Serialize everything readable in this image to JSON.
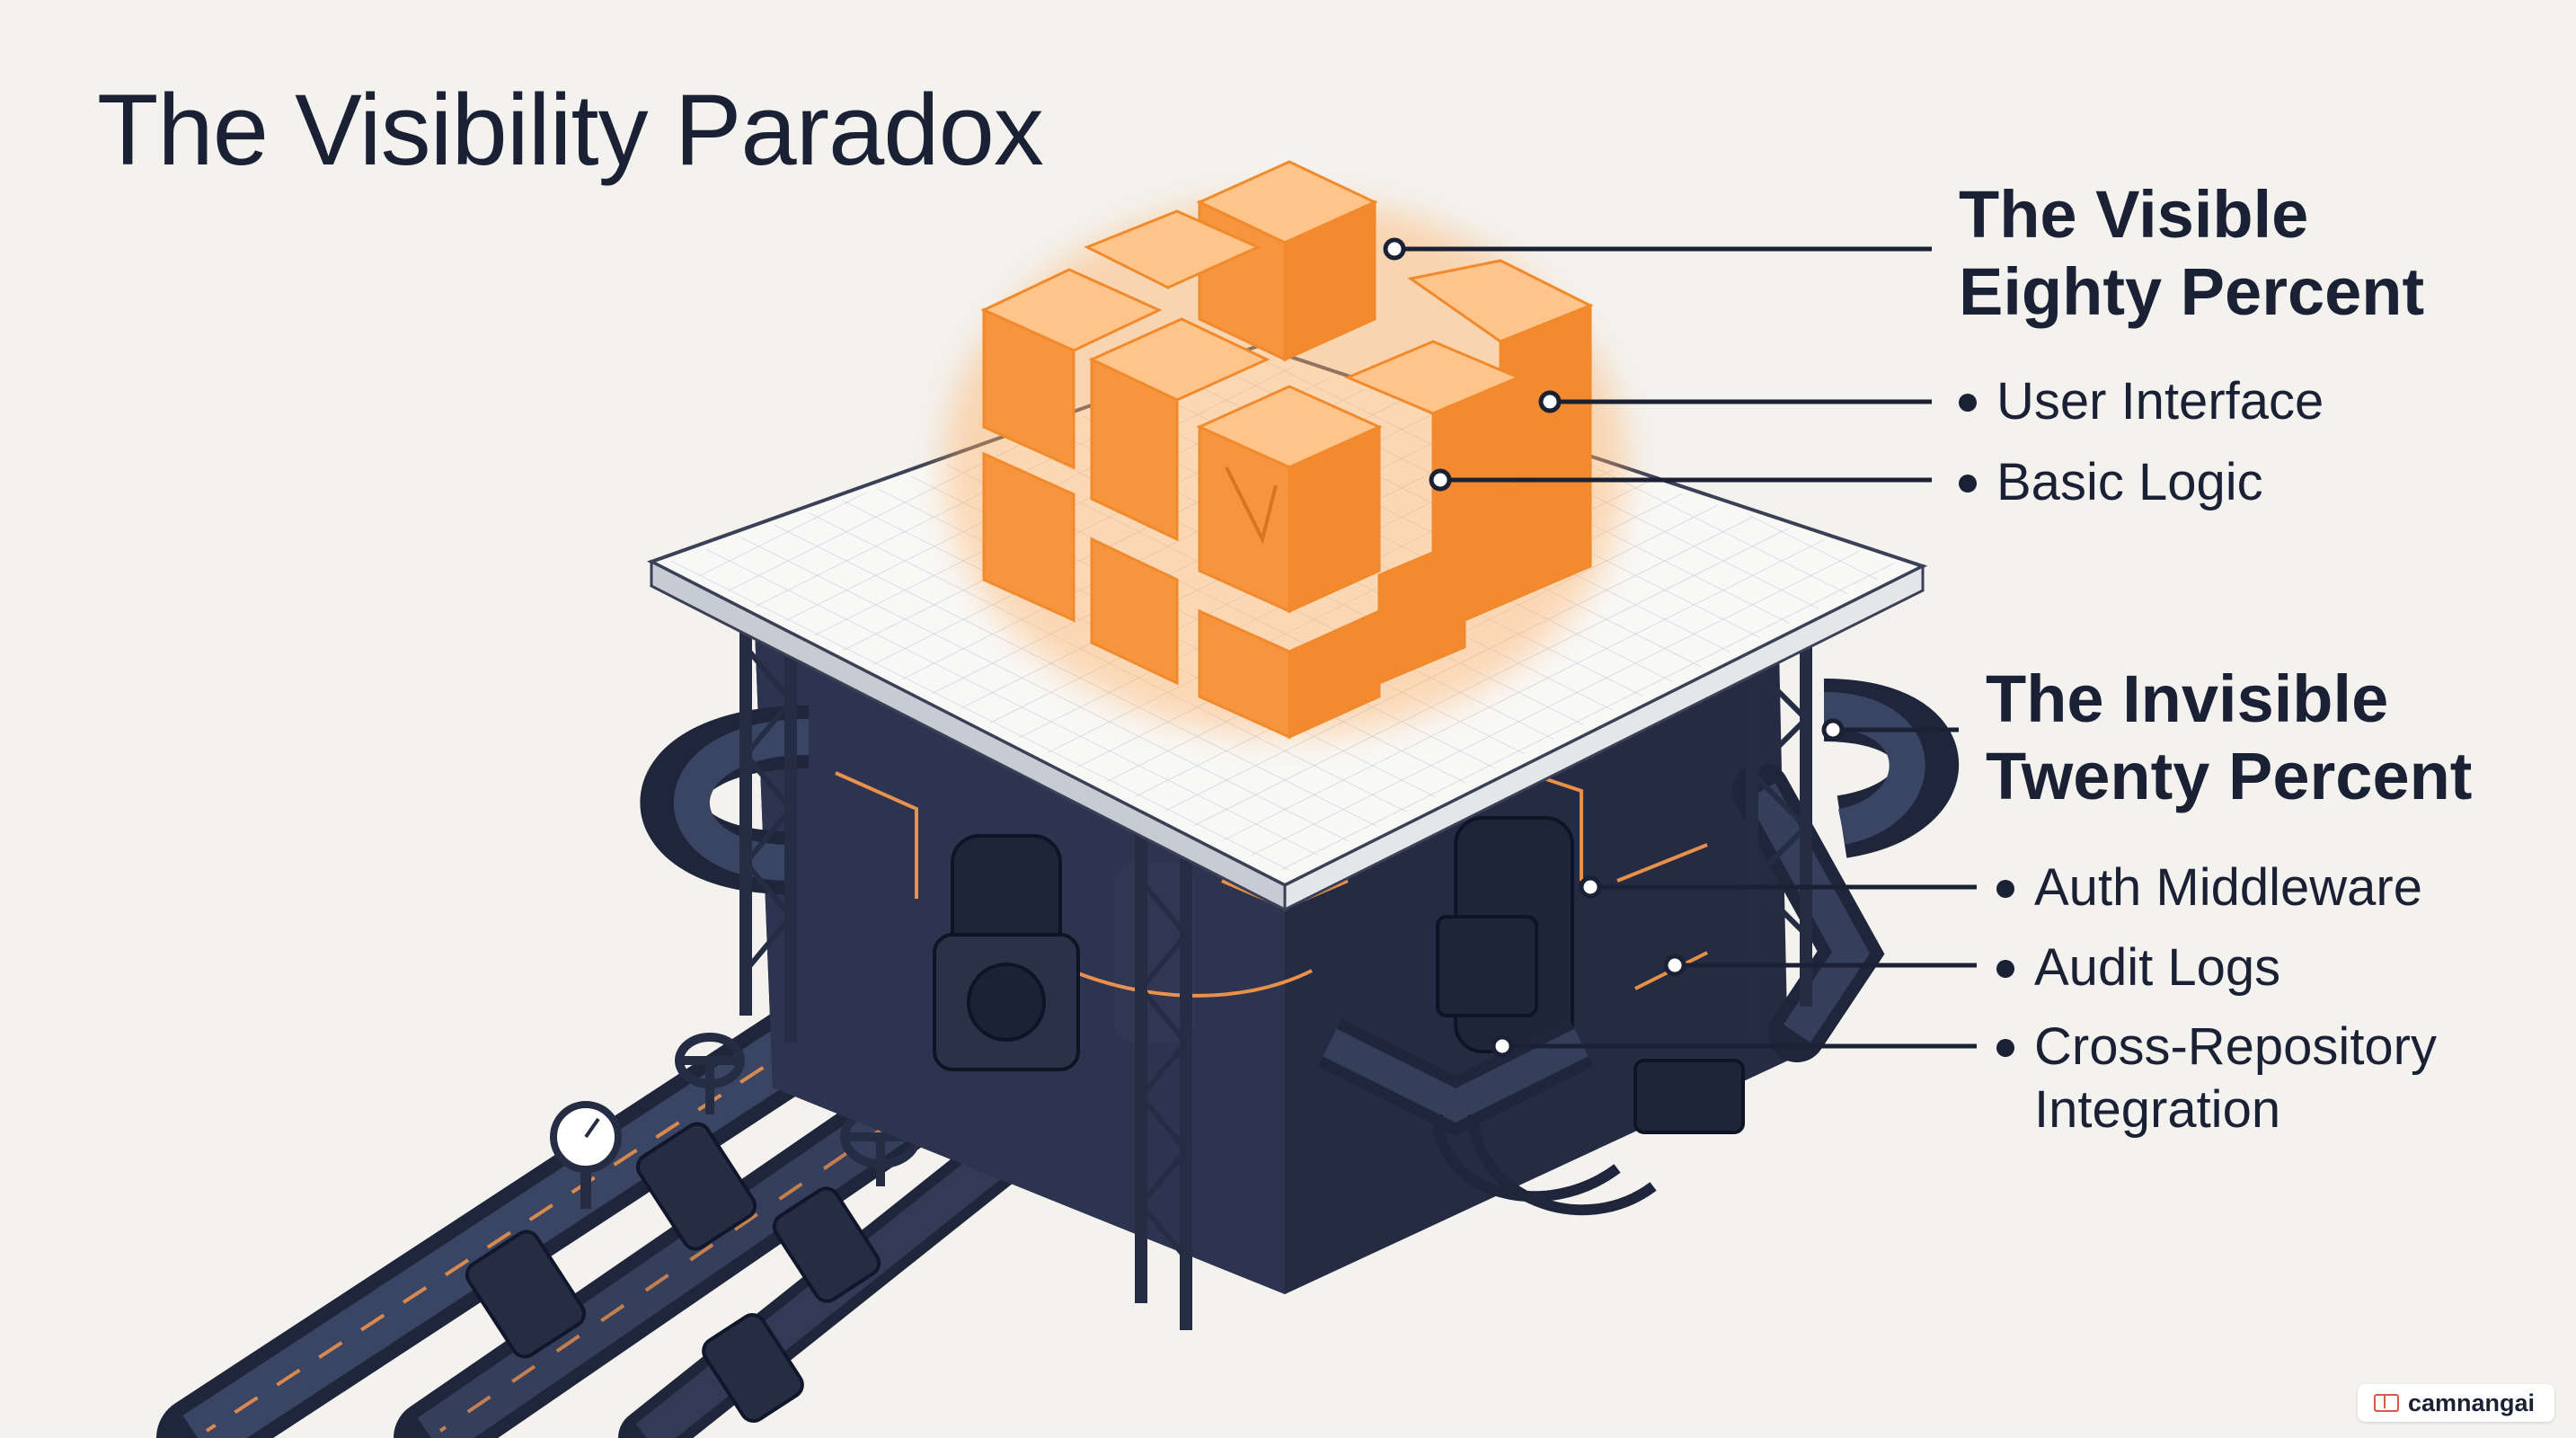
{
  "title": "The Visibility Paradox",
  "visible": {
    "heading": [
      "The Visible",
      "Eighty Percent"
    ],
    "items": [
      "User Interface",
      "Basic Logic"
    ]
  },
  "invisible": {
    "heading": [
      "The Invisible",
      "Twenty Percent"
    ],
    "items": [
      "Auth Middleware",
      "Audit Logs"
    ],
    "multiline_item": [
      "Cross-Repository",
      "Integration"
    ]
  },
  "watermark": "camnangai",
  "colors": {
    "background": "#f3f2ee",
    "text": "#1b2134",
    "orange": "#f7953e",
    "navy": "#252d45",
    "glow": "#ffb066"
  },
  "icons": [
    "orange-cube-icon",
    "pipe-icon",
    "valve-wheel-icon",
    "pressure-gauge-icon",
    "callout-dot-icon"
  ]
}
